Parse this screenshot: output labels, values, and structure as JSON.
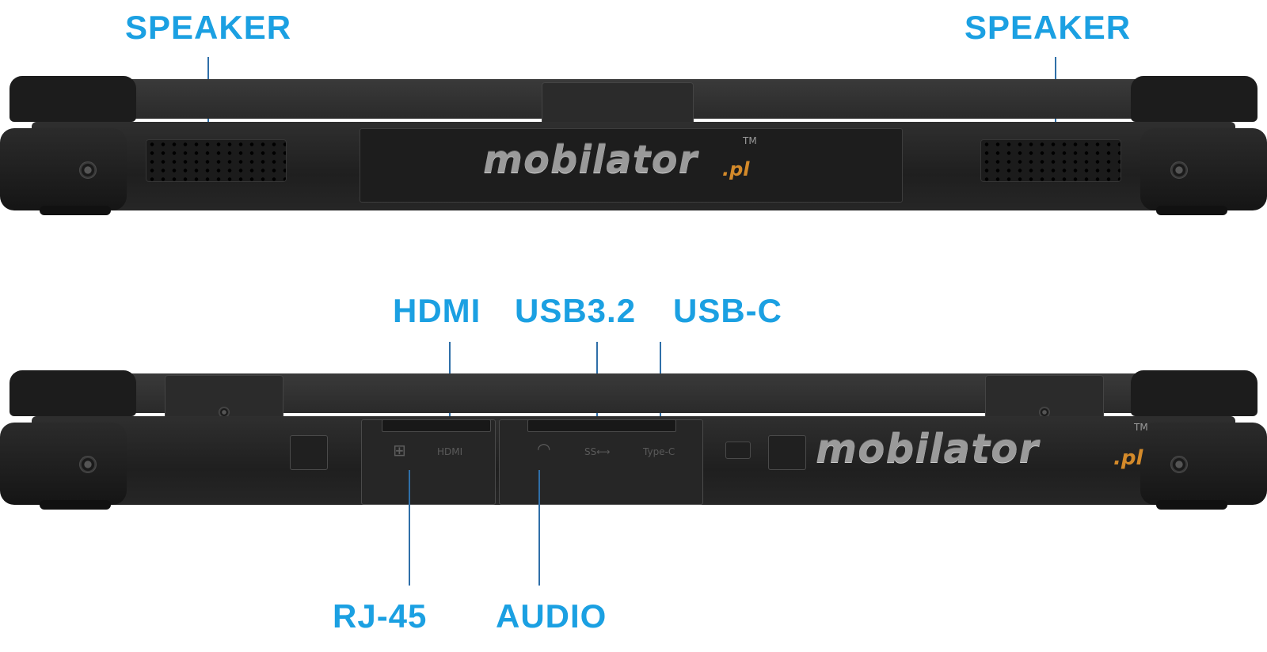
{
  "colors": {
    "callout": "#1ba0e2",
    "leader": "#2f6fa8",
    "chassis": "#262626",
    "brand_tld": "#d48a2a"
  },
  "top_view": {
    "labels": {
      "speaker_left": "SPEAKER",
      "speaker_right": "SPEAKER"
    },
    "logo": {
      "name": "mobilator",
      "tld": ".pl",
      "tm": "TM"
    }
  },
  "bottom_view": {
    "labels": {
      "hdmi": "HDMI",
      "usb32": "USB3.2",
      "usbc": "USB-C",
      "rj45": "RJ-45",
      "audio": "AUDIO"
    },
    "port_marks": {
      "hdmi": "HDMI",
      "usb32": "SS⟷",
      "usbc": "Type-C"
    },
    "icons": {
      "rj45": "network-port-icon",
      "audio": "headphone-icon"
    },
    "logo": {
      "name": "mobilator",
      "tld": ".pl",
      "tm": "TM"
    }
  }
}
